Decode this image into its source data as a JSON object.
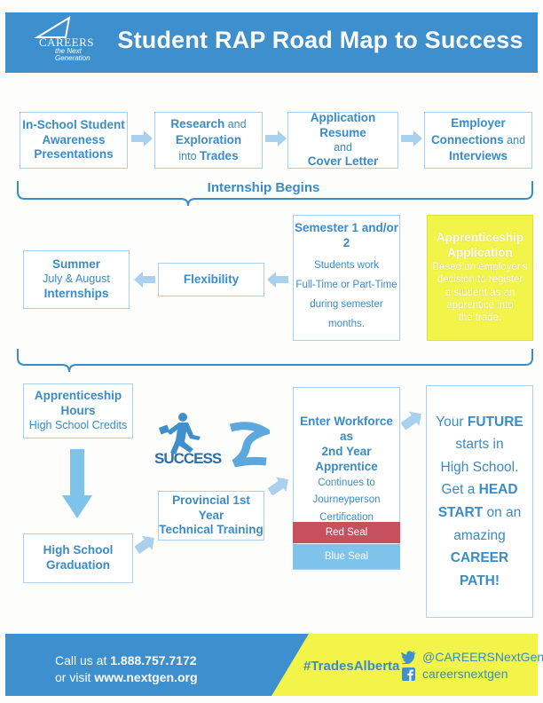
{
  "header": {
    "logo_main": "CAREERS",
    "logo_sub1": "the Next",
    "logo_sub2": "Generation",
    "title": "Student RAP Road Map to Success"
  },
  "row1": {
    "box1": {
      "l1": "In-School Student",
      "l2": "Awareness",
      "l3": "Presentations"
    },
    "box2": {
      "l1a": "Research",
      "l1b": " and",
      "l2": "Exploration",
      "l3a": "into ",
      "l3b": "Trades"
    },
    "box3": {
      "l1": "Application Resume",
      "l2": "and",
      "l3": "Cover Letter"
    },
    "box4": {
      "l1": "Employer",
      "l2a": "Connections",
      "l2b": " and",
      "l3": "Interviews"
    }
  },
  "bracket1": "Internship Begins",
  "row2": {
    "summer": {
      "l1": "Summer",
      "l2": "July & August",
      "l3": "Internships"
    },
    "flexibility": "Flexibility",
    "semester": {
      "l1": "Semester 1 and/or 2",
      "l2": "Students work",
      "l3": "Full-Time or Part-Time",
      "l4": "during semester months."
    },
    "apprenticeship_app": {
      "l1": "Apprenticeship",
      "l2": "Application",
      "l3": "Based on employer's",
      "l4": "decision to register",
      "l5": "a student as an",
      "l6": "apprentice into",
      "l7": "the trade."
    }
  },
  "row3": {
    "hours": {
      "l1": "Apprenticeship Hours",
      "l2": "High School Credits"
    },
    "success_word": "SUCCESS",
    "graduation": {
      "l1": "High School",
      "l2": "Graduation"
    },
    "technical": {
      "l1": "Provincial 1st Year",
      "l2": "Technical Training"
    },
    "workforce": {
      "l1": "Enter Workforce as",
      "l2": "2nd Year Apprentice",
      "l3": "Continues to",
      "l4": "Journeyperson",
      "l5": "Certification"
    },
    "red_seal": "Red Seal",
    "blue_seal": "Blue Seal",
    "future": {
      "w1": "Your ",
      "w2": "FUTURE",
      "w3": "starts in",
      "w4": "High School.",
      "w5": "Get a ",
      "w6": "HEAD",
      "w7": "START",
      "w8": " on an",
      "w9": "amazing ",
      "w10": "CAREER",
      "w11": "PATH!"
    }
  },
  "footer": {
    "call_prefix": "Call us at ",
    "phone": "1.888.757.7172",
    "visit_prefix": "or visit ",
    "website": "www.nextgen.org",
    "hashtag": "#TradesAlberta",
    "twitter": "@CAREERSNextGen",
    "facebook": "careersnextgen"
  },
  "colors": {
    "brand_blue": "#3e8fcd",
    "text_blue": "#3a8bc6",
    "yellow": "#f3f44a",
    "red_seal": "#c7505f",
    "blue_seal": "#7dc3ea"
  }
}
